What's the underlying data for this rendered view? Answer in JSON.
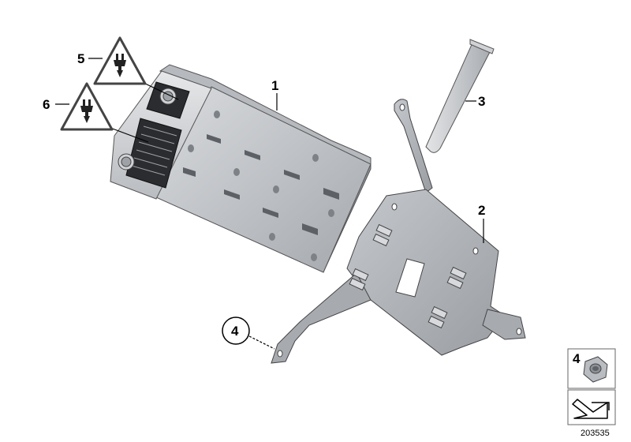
{
  "callouts": {
    "c1": "1",
    "c2": "2",
    "c3": "3",
    "c4": "4",
    "c5": "5",
    "c6": "6"
  },
  "legend": {
    "nut_label": "4"
  },
  "image_number": "203535",
  "colors": {
    "metal_light": "#c9ccd0",
    "metal_mid": "#a9adb2",
    "metal_dark": "#6f7378",
    "outline": "#000000"
  },
  "icons": {
    "plug_warning": "plug-warning-icon",
    "arrow": "arrow-icon",
    "hex_nut": "hex-nut-icon"
  }
}
